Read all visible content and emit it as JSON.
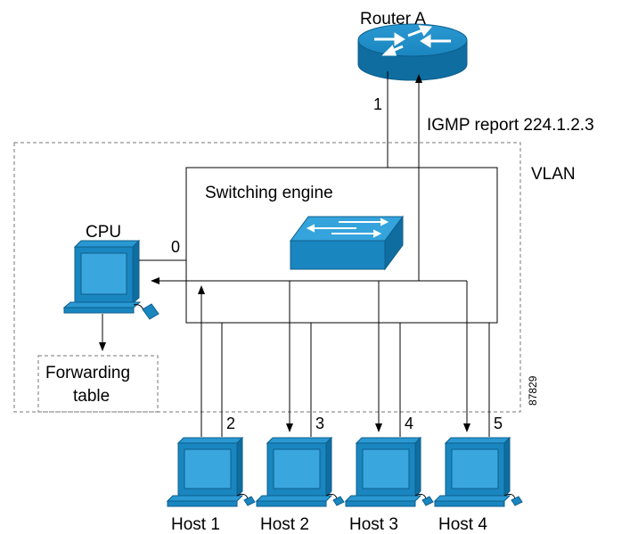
{
  "router": {
    "label": "Router A"
  },
  "igmp_report": {
    "label": "IGMP report 224.1.2.3"
  },
  "vlan": {
    "label": "VLAN"
  },
  "switching_engine": {
    "label": "Switching engine"
  },
  "cpu": {
    "label": "CPU"
  },
  "forwarding_table": {
    "line1": "Forwarding",
    "line2": "table"
  },
  "ports": {
    "p0": "0",
    "p1": "1",
    "p2": "2",
    "p3": "3",
    "p4": "4",
    "p5": "5"
  },
  "hosts": [
    {
      "label": "Host 1"
    },
    {
      "label": "Host 2"
    },
    {
      "label": "Host 3"
    },
    {
      "label": "Host 4"
    }
  ],
  "figure_id": "87829",
  "colors": {
    "device_blue": "#1a86c0",
    "device_dark": "#0d5f8c",
    "line": "#000000",
    "dashed": "#777777"
  }
}
